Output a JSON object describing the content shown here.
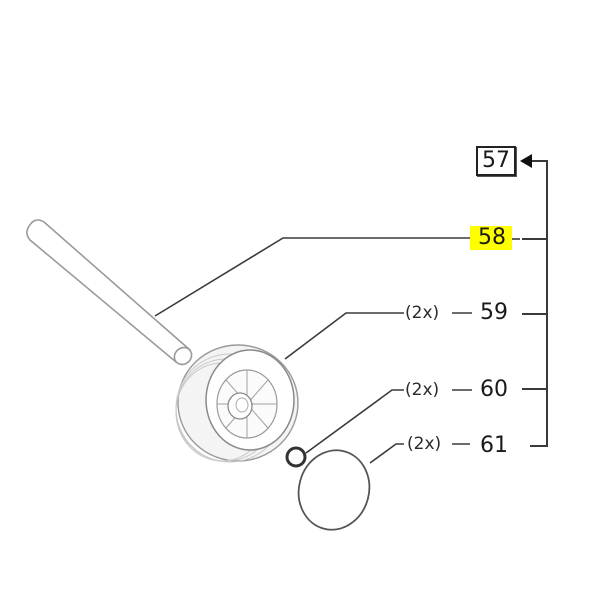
{
  "diagram": {
    "type": "exploded-parts-view",
    "parent_callout": {
      "number": "57",
      "style": "boxed",
      "arrow": "left-pointing filled triangle"
    },
    "callouts": [
      {
        "number": "58",
        "quantity": "",
        "highlighted": true,
        "highlight_color": "#ffff00",
        "part": "axle rod"
      },
      {
        "number": "59",
        "quantity": "(2x)",
        "highlighted": false,
        "part": "wheel"
      },
      {
        "number": "60",
        "quantity": "(2x)",
        "highlighted": false,
        "part": "small o-ring / washer"
      },
      {
        "number": "61",
        "quantity": "(2x)",
        "highlighted": false,
        "part": "hub cap ring"
      }
    ],
    "colors": {
      "line": "#3a3a3a",
      "part_outline": "#8a8a8a",
      "highlight": "#ffff00",
      "text": "#1a1a1a"
    }
  }
}
